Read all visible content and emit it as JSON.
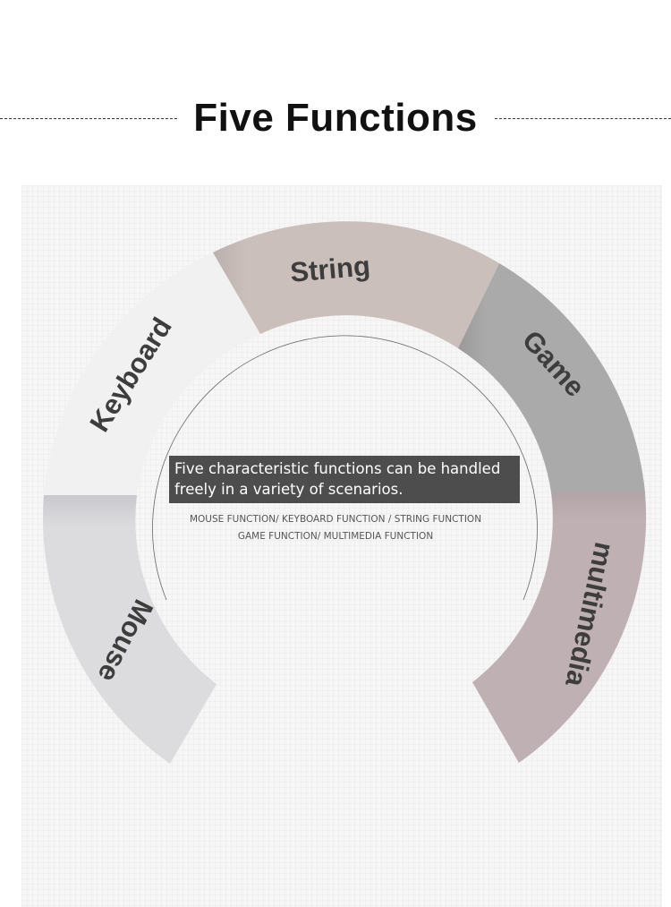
{
  "header": {
    "title": "Five Functions"
  },
  "diagram": {
    "segments": [
      {
        "label": "Mouse",
        "color": "#dcdcdf"
      },
      {
        "label": "Keyboard",
        "color": "#f1f1f1"
      },
      {
        "label": "String",
        "color": "#cbbfbb"
      },
      {
        "label": "Game",
        "color": "#aaaaaa"
      },
      {
        "label": "multimedia",
        "color": "#bfb1b3"
      }
    ],
    "description": {
      "line1": "Five characteristic functions can be handled",
      "line2": "freely in a variety of scenarios."
    },
    "functions": {
      "line1": "MOUSE FUNCTION/ KEYBOARD FUNCTION / STRING FUNCTION",
      "line2": "GAME FUNCTION/ MULTIMEDIA FUNCTION"
    }
  }
}
